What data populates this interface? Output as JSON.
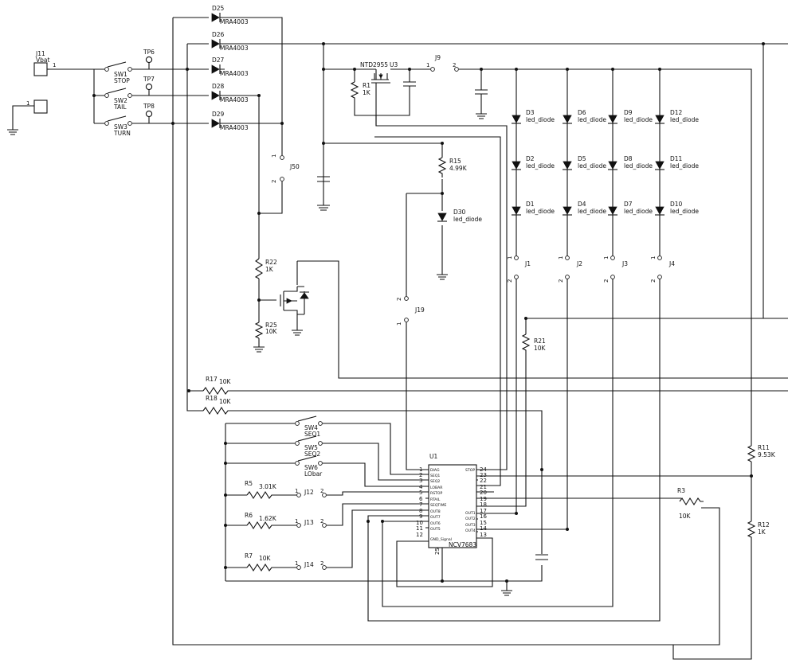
{
  "connectors": {
    "j11": {
      "ref": "J11",
      "name": "Vbat",
      "pin": "1"
    },
    "gnd_conn": {
      "pin": "1"
    },
    "j9": {
      "ref": "J9",
      "pin1": "1",
      "pin2": "2"
    },
    "j50": {
      "ref": "J50",
      "pin1": "1",
      "pin2": "2"
    },
    "j19": {
      "ref": "J19",
      "pin1": "1",
      "pin2": "2"
    },
    "j1": {
      "ref": "J1",
      "pin1": "1",
      "pin2": "2"
    },
    "j2": {
      "ref": "J2",
      "pin1": "1",
      "pin2": "2"
    },
    "j3": {
      "ref": "J3",
      "pin1": "1",
      "pin2": "2"
    },
    "j4": {
      "ref": "J4",
      "pin1": "1",
      "pin2": "2"
    },
    "j12": {
      "ref": "J12",
      "pin1": "1",
      "pin2": "2"
    },
    "j13": {
      "ref": "J13",
      "pin1": "1",
      "pin2": "2"
    },
    "j14": {
      "ref": "J14",
      "pin1": "1",
      "pin2": "2"
    }
  },
  "switches": {
    "sw1": {
      "ref": "SW1",
      "name": "STOP"
    },
    "sw2": {
      "ref": "SW2",
      "name": "TAIL"
    },
    "sw3": {
      "ref": "SW3",
      "name": "TURN"
    },
    "sw4": {
      "ref": "SW4",
      "name": "SEQ1"
    },
    "sw5": {
      "ref": "SW5",
      "name": "SEQ2"
    },
    "sw6": {
      "ref": "SW6",
      "name": "LObar"
    }
  },
  "test_points": {
    "tp6": "TP6",
    "tp7": "TP7",
    "tp8": "TP8"
  },
  "diodes": {
    "d25": {
      "ref": "D25",
      "value": "MRA4003"
    },
    "d26": {
      "ref": "D26",
      "value": "MRA4003"
    },
    "d27": {
      "ref": "D27",
      "value": "MRA4003"
    },
    "d28": {
      "ref": "D28",
      "value": "MRA4003"
    },
    "d29": {
      "ref": "D29",
      "value": "MRA4003"
    }
  },
  "mosfet": {
    "value": "NTD2955",
    "ref": "U3"
  },
  "resistors": {
    "r1": {
      "ref": "R1",
      "value": "1K"
    },
    "r15": {
      "ref": "R15",
      "value": "4.99K"
    },
    "r22": {
      "ref": "R22",
      "value": "1K"
    },
    "r25": {
      "ref": "R25",
      "value": "10K"
    },
    "r21": {
      "ref": "R21",
      "value": "10K"
    },
    "r17": {
      "ref": "R17",
      "value": "10K"
    },
    "r18": {
      "ref": "R18",
      "value": "10K"
    },
    "r5": {
      "ref": "R5",
      "value": "3.01K"
    },
    "r6": {
      "ref": "R6",
      "value": "1.62K"
    },
    "r7": {
      "ref": "R7",
      "value": "10K"
    },
    "r3": {
      "ref": "R3",
      "value": "10K"
    },
    "r11": {
      "ref": "R11",
      "value": "9.53K"
    },
    "r12": {
      "ref": "R12",
      "value": "1K"
    }
  },
  "d30": {
    "ref": "D30",
    "value": "led_diode"
  },
  "leds": [
    {
      "ref": "D3",
      "value": "led_diode"
    },
    {
      "ref": "D2",
      "value": "led_diode"
    },
    {
      "ref": "D1",
      "value": "led_diode"
    },
    {
      "ref": "D6",
      "value": "led_diode"
    },
    {
      "ref": "D5",
      "value": "led_diode"
    },
    {
      "ref": "D4",
      "value": "led_diode"
    },
    {
      "ref": "D9",
      "value": "led_diode"
    },
    {
      "ref": "D8",
      "value": "led_diode"
    },
    {
      "ref": "D7",
      "value": "led_diode"
    },
    {
      "ref": "D12",
      "value": "led_diode"
    },
    {
      "ref": "D11",
      "value": "led_diode"
    },
    {
      "ref": "D10",
      "value": "led_diode"
    }
  ],
  "ic": {
    "ref": "U1",
    "part": "NCV7683",
    "gnd_pin": "25",
    "left_pins": [
      {
        "num": "1",
        "name": "DIAG"
      },
      {
        "num": "2",
        "name": "SEQ1"
      },
      {
        "num": "3",
        "name": "SEQ2"
      },
      {
        "num": "4",
        "name": "LOBAR"
      },
      {
        "num": "5",
        "name": "RSTOP"
      },
      {
        "num": "6",
        "name": "RTAIL"
      },
      {
        "num": "7",
        "name": "SEQTIME"
      },
      {
        "num": "8",
        "name": "OUT8"
      },
      {
        "num": "9",
        "name": "OUT7"
      },
      {
        "num": "10",
        "name": "OUT6"
      },
      {
        "num": "11",
        "name": "OUT5"
      },
      {
        "num": "12",
        "name": "GND_Signal"
      }
    ],
    "right_pins": [
      {
        "num": "24",
        "name": "STOP"
      },
      {
        "num": "23",
        "name": ""
      },
      {
        "num": "22",
        "name": ""
      },
      {
        "num": "21",
        "name": ""
      },
      {
        "num": "20",
        "name": ""
      },
      {
        "num": "19",
        "name": ""
      },
      {
        "num": "18",
        "name": ""
      },
      {
        "num": "17",
        "name": "OUT1"
      },
      {
        "num": "16",
        "name": "OUT2"
      },
      {
        "num": "15",
        "name": "OUT3"
      },
      {
        "num": "14",
        "name": "OUT4"
      },
      {
        "num": "13",
        "name": ""
      }
    ]
  }
}
